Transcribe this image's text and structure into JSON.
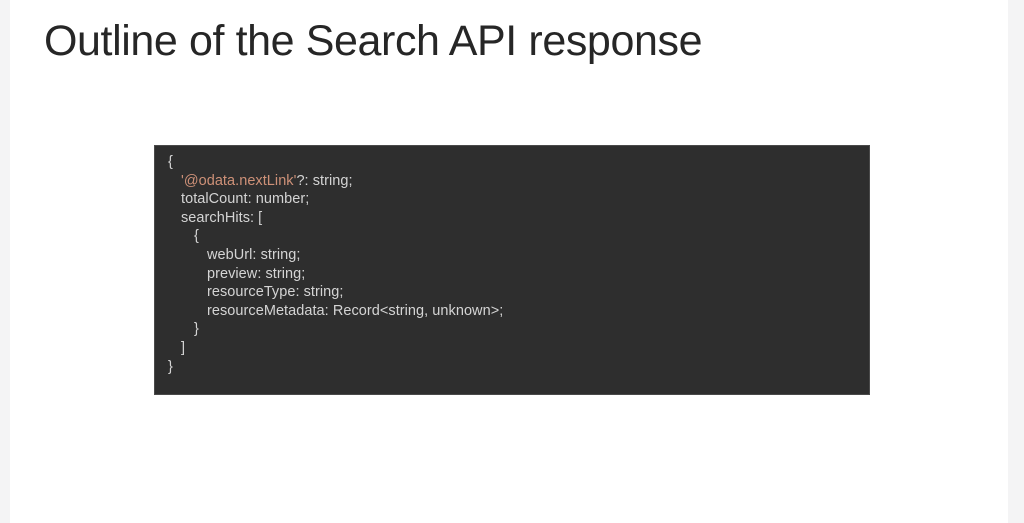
{
  "slide": {
    "title": "Outline of the Search API response",
    "background_color": "#ffffff",
    "title_color": "#262626",
    "gutter_color": "#f4f4f5"
  },
  "code_panel": {
    "background_color": "#2e2e2e",
    "text_color": "#d4d4d4",
    "string_color": "#ce9178",
    "language": "typescript",
    "lines": [
      {
        "indent": 0,
        "tokens": [
          {
            "text": "{",
            "type": "plain"
          }
        ]
      },
      {
        "indent": 1,
        "tokens": [
          {
            "text": "'@odata.nextLink'",
            "type": "string"
          },
          {
            "text": "?: string;",
            "type": "plain"
          }
        ]
      },
      {
        "indent": 1,
        "tokens": [
          {
            "text": "totalCount: number;",
            "type": "plain"
          }
        ]
      },
      {
        "indent": 1,
        "tokens": [
          {
            "text": "searchHits: [",
            "type": "plain"
          }
        ]
      },
      {
        "indent": 2,
        "tokens": [
          {
            "text": "{",
            "type": "plain"
          }
        ]
      },
      {
        "indent": 3,
        "tokens": [
          {
            "text": "webUrl: string;",
            "type": "plain"
          }
        ]
      },
      {
        "indent": 3,
        "tokens": [
          {
            "text": "preview: string;",
            "type": "plain"
          }
        ]
      },
      {
        "indent": 3,
        "tokens": [
          {
            "text": "resourceType: string;",
            "type": "plain"
          }
        ]
      },
      {
        "indent": 3,
        "tokens": [
          {
            "text": "resourceMetadata: Record<string, unknown>;",
            "type": "plain"
          }
        ]
      },
      {
        "indent": 2,
        "tokens": [
          {
            "text": "}",
            "type": "plain"
          }
        ]
      },
      {
        "indent": 1,
        "tokens": [
          {
            "text": "]",
            "type": "plain"
          }
        ]
      },
      {
        "indent": 0,
        "tokens": [
          {
            "text": "}",
            "type": "plain"
          }
        ]
      }
    ]
  }
}
